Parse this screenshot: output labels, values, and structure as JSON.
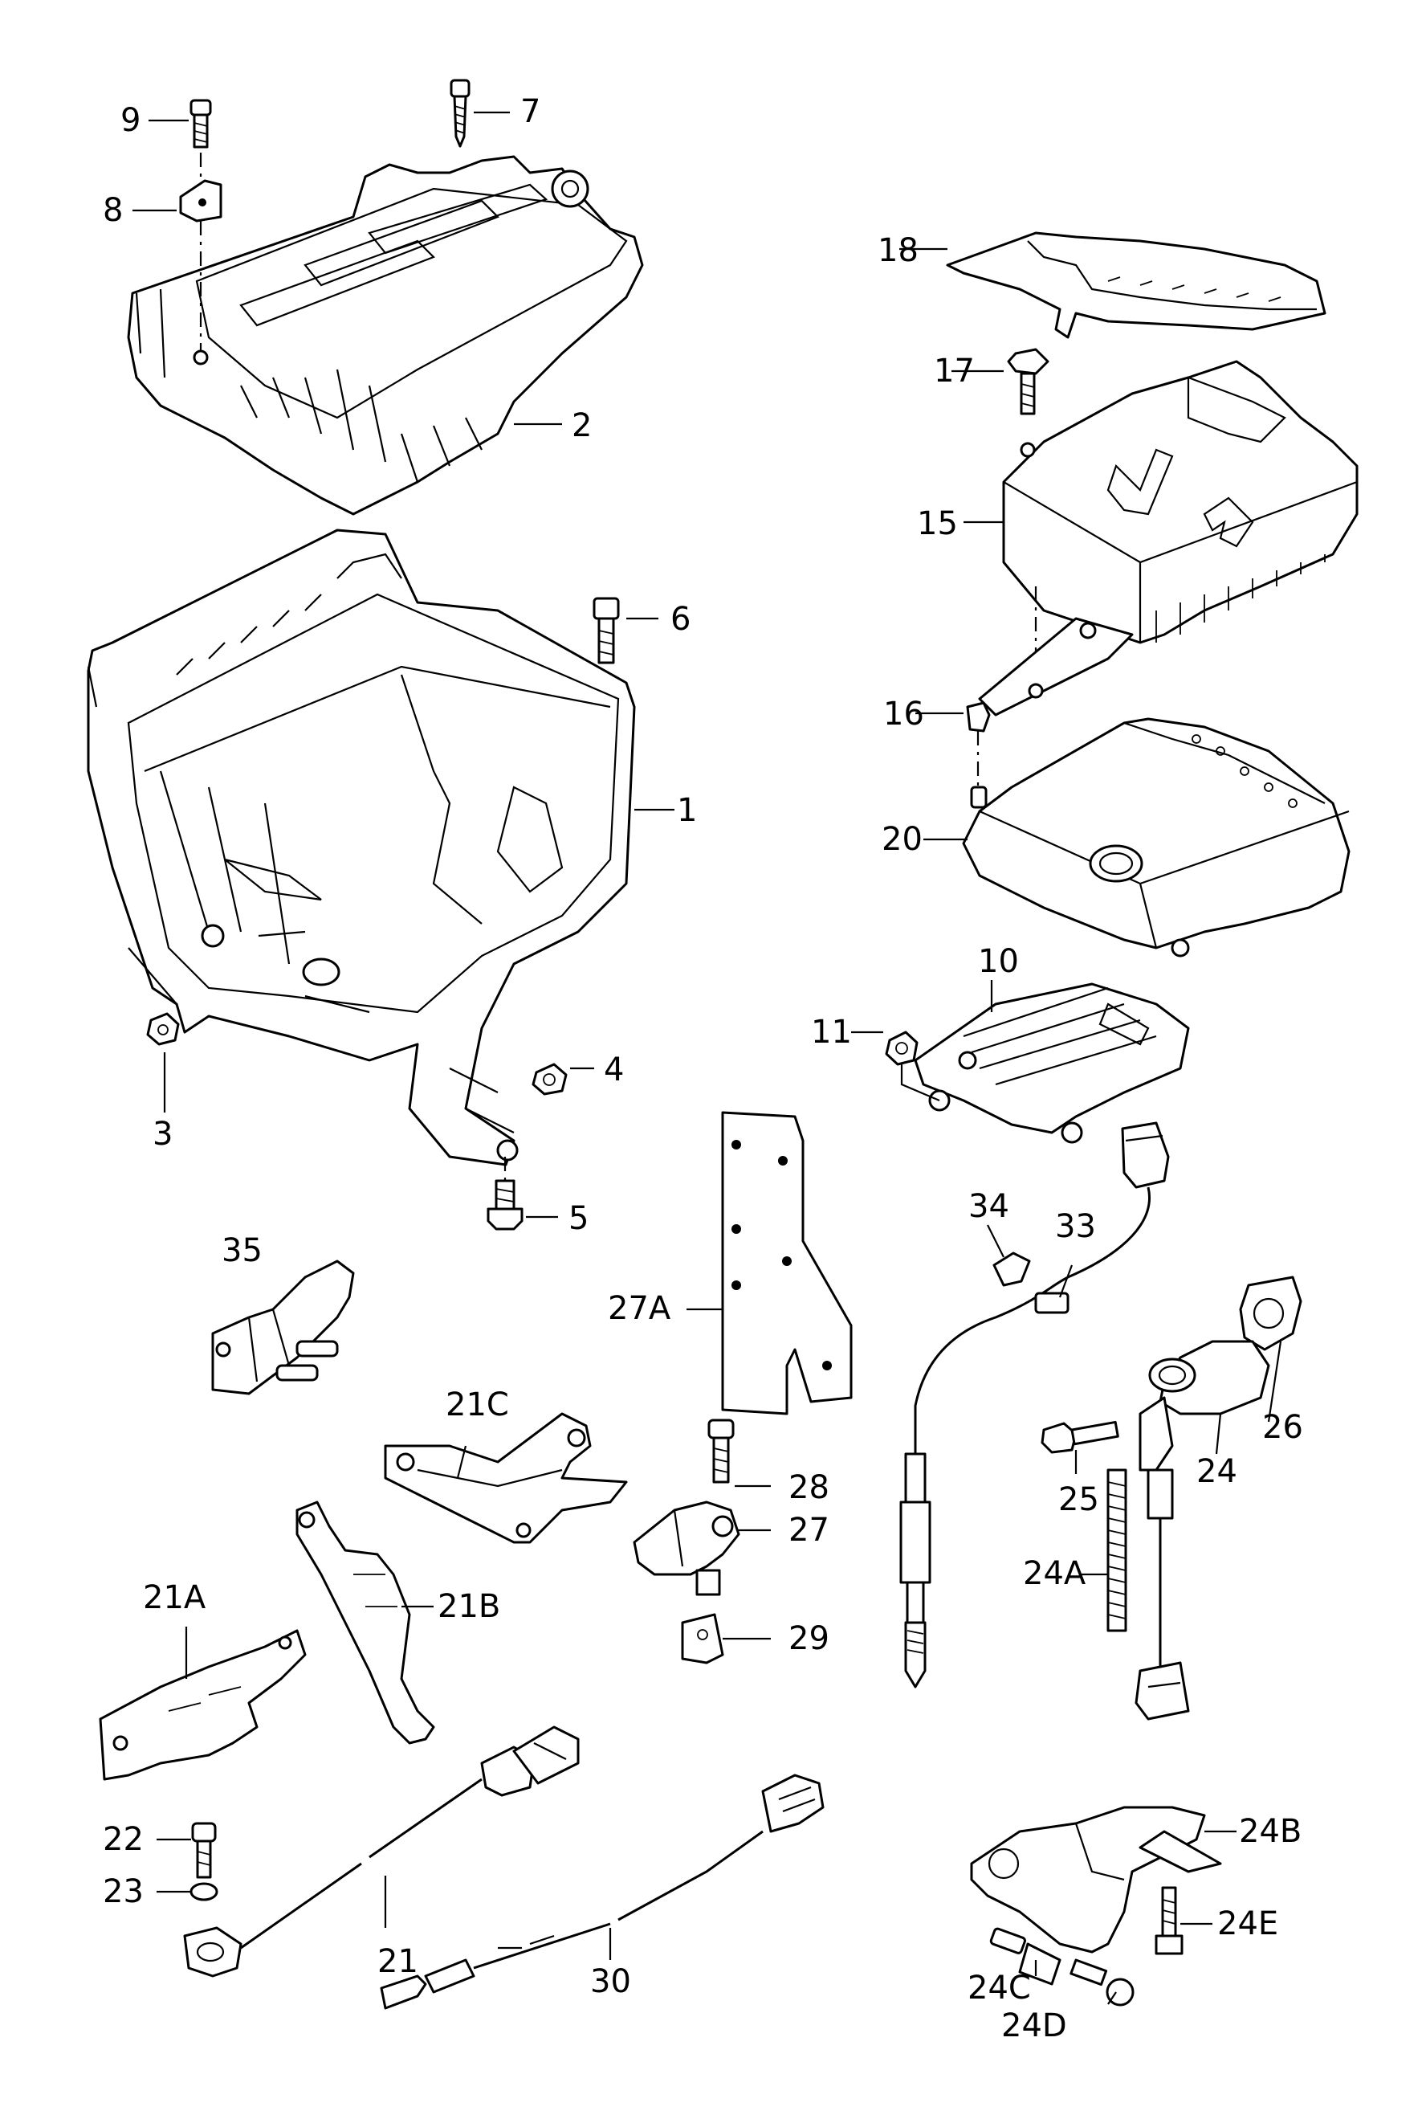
{
  "diagram": {
    "type": "exploded-parts-diagram",
    "callouts": [
      {
        "id": "c1",
        "label": "1"
      },
      {
        "id": "c2",
        "label": "2"
      },
      {
        "id": "c3",
        "label": "3"
      },
      {
        "id": "c4",
        "label": "4"
      },
      {
        "id": "c5",
        "label": "5"
      },
      {
        "id": "c6",
        "label": "6"
      },
      {
        "id": "c7",
        "label": "7"
      },
      {
        "id": "c8",
        "label": "8"
      },
      {
        "id": "c9",
        "label": "9"
      },
      {
        "id": "c10",
        "label": "10"
      },
      {
        "id": "c11",
        "label": "11"
      },
      {
        "id": "c15",
        "label": "15"
      },
      {
        "id": "c16",
        "label": "16"
      },
      {
        "id": "c17",
        "label": "17"
      },
      {
        "id": "c18",
        "label": "18"
      },
      {
        "id": "c20",
        "label": "20"
      },
      {
        "id": "c21",
        "label": "21"
      },
      {
        "id": "c21A",
        "label": "21A"
      },
      {
        "id": "c21B",
        "label": "21B"
      },
      {
        "id": "c21C",
        "label": "21C"
      },
      {
        "id": "c22",
        "label": "22"
      },
      {
        "id": "c23",
        "label": "23"
      },
      {
        "id": "c24",
        "label": "24"
      },
      {
        "id": "c24A",
        "label": "24A"
      },
      {
        "id": "c24B",
        "label": "24B"
      },
      {
        "id": "c24C",
        "label": "24C"
      },
      {
        "id": "c24D",
        "label": "24D"
      },
      {
        "id": "c24E",
        "label": "24E"
      },
      {
        "id": "c25",
        "label": "25"
      },
      {
        "id": "c26",
        "label": "26"
      },
      {
        "id": "c27",
        "label": "27"
      },
      {
        "id": "c27A",
        "label": "27A"
      },
      {
        "id": "c28",
        "label": "28"
      },
      {
        "id": "c29",
        "label": "29"
      },
      {
        "id": "c30",
        "label": "30"
      },
      {
        "id": "c33",
        "label": "33"
      },
      {
        "id": "c34",
        "label": "34"
      },
      {
        "id": "c35",
        "label": "35"
      }
    ]
  }
}
